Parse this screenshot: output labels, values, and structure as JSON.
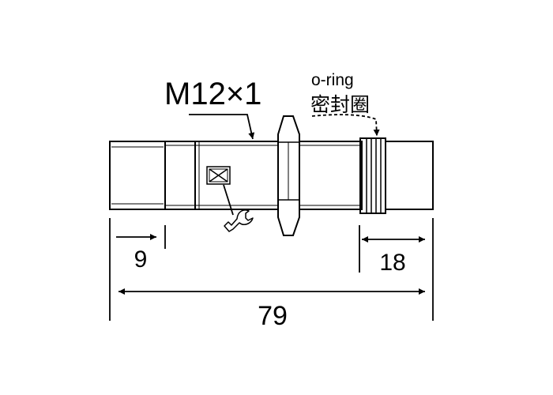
{
  "labels": {
    "thread_spec": "M12×1",
    "oring_en": "o-ring",
    "oring_cn": "密封圈"
  },
  "dimensions": {
    "front_length": "9",
    "rear_length": "18",
    "total_length": "79"
  },
  "icons": {
    "marker": "box-x-icon",
    "tool": "wrench-icon"
  },
  "colors": {
    "line": "#000000",
    "background": "#ffffff"
  }
}
